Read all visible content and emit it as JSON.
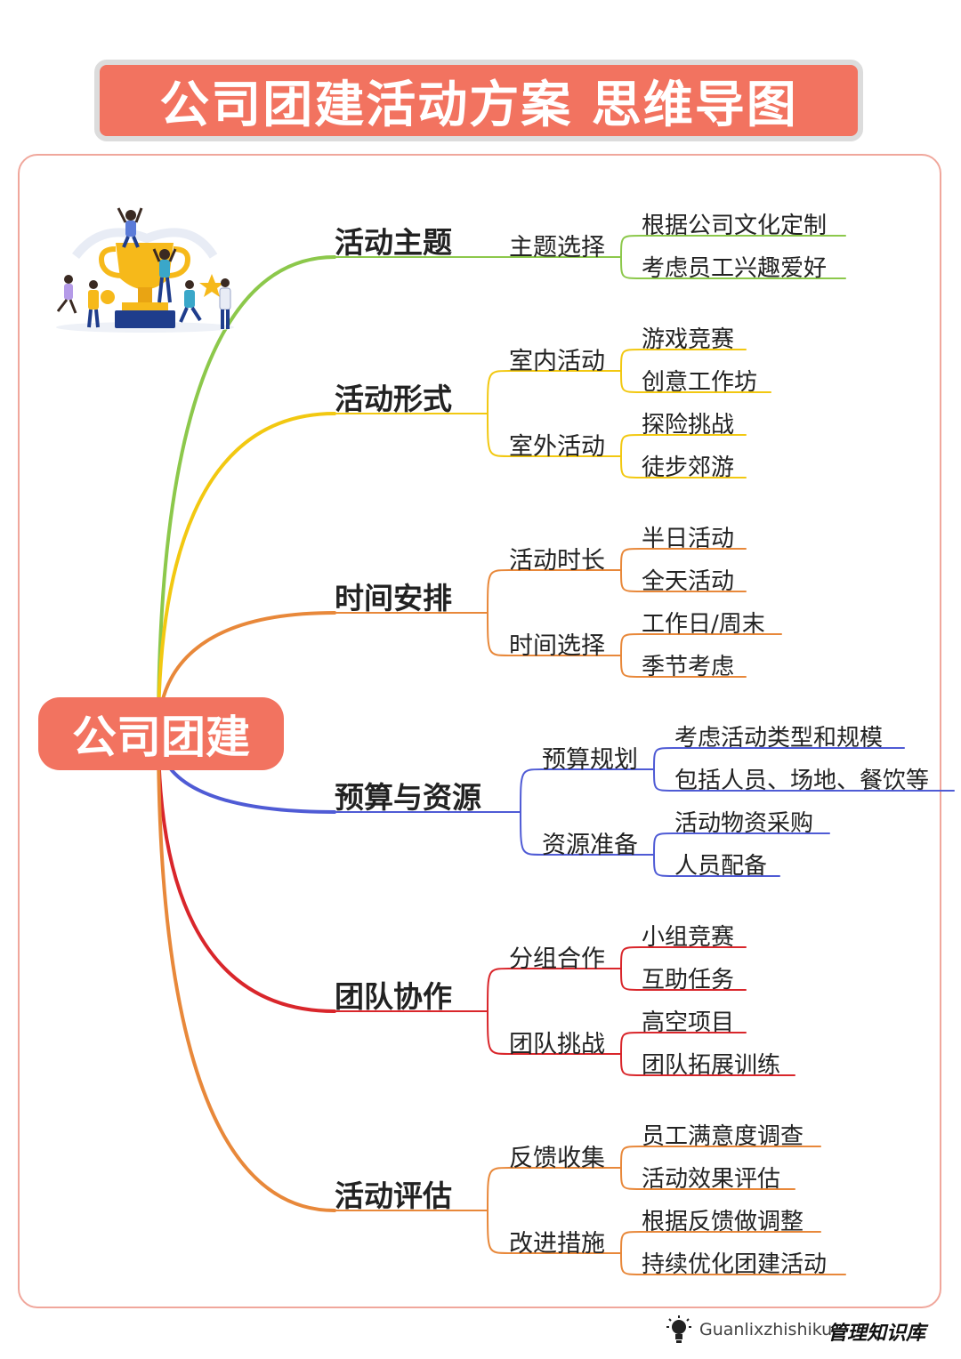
{
  "title": "公司团建活动方案 思维导图",
  "root": "公司团建",
  "branches": [
    {
      "label": "活动主题",
      "color": "#8cc84b",
      "subs": [
        {
          "label": "主题选择",
          "leaves": [
            "根据公司文化定制",
            "考虑员工兴趣爱好"
          ]
        }
      ]
    },
    {
      "label": "活动形式",
      "color": "#f2c811",
      "subs": [
        {
          "label": "室内活动",
          "leaves": [
            "游戏竞赛",
            "创意工作坊"
          ]
        },
        {
          "label": "室外活动",
          "leaves": [
            "探险挑战",
            "徒步郊游"
          ]
        }
      ]
    },
    {
      "label": "时间安排",
      "color": "#e8883a",
      "subs": [
        {
          "label": "活动时长",
          "leaves": [
            "半日活动",
            "全天活动"
          ]
        },
        {
          "label": "时间选择",
          "leaves": [
            "工作日/周末",
            "季节考虑"
          ]
        }
      ]
    },
    {
      "label": "预算与资源",
      "color": "#4f5bd5",
      "subs": [
        {
          "label": "预算规划",
          "leaves": [
            "考虑活动类型和规模",
            "包括人员、场地、餐饮等"
          ]
        },
        {
          "label": "资源准备",
          "leaves": [
            "活动物资采购",
            "人员配备"
          ]
        }
      ]
    },
    {
      "label": "团队协作",
      "color": "#d9262b",
      "subs": [
        {
          "label": "分组合作",
          "leaves": [
            "小组竞赛",
            "互助任务"
          ]
        },
        {
          "label": "团队挑战",
          "leaves": [
            "高空项目",
            "团队拓展训练"
          ]
        }
      ]
    },
    {
      "label": "活动评估",
      "color": "#e8883a",
      "subs": [
        {
          "label": "反馈收集",
          "leaves": [
            "员工满意度调查",
            "活动效果评估"
          ]
        },
        {
          "label": "改进措施",
          "leaves": [
            "根据反馈做调整",
            "持续优化团建活动"
          ]
        }
      ]
    }
  ],
  "footer": {
    "brand": "Guanlixzhishiku",
    "brand_cn": "管理知识库"
  }
}
